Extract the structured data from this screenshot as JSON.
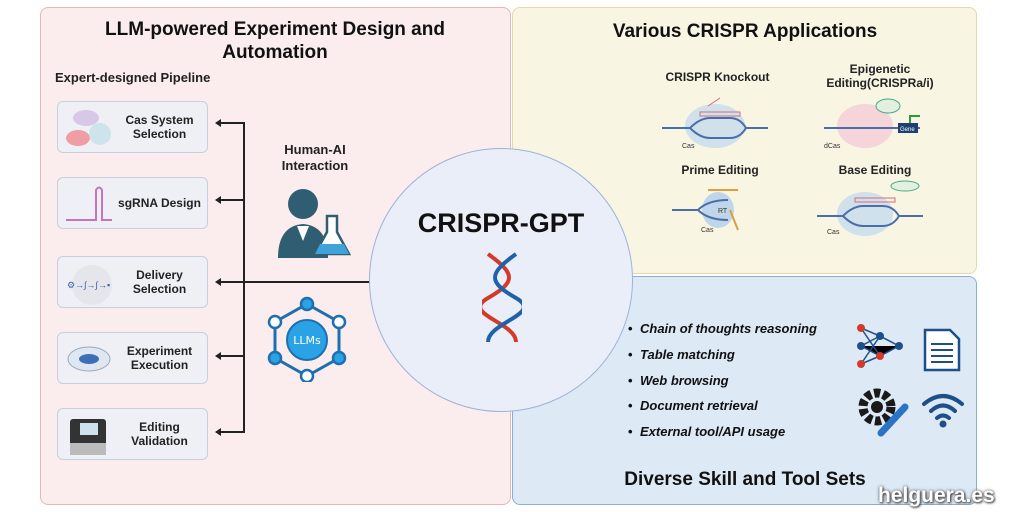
{
  "left_panel": {
    "title": "LLM-powered Experiment Design and Automation",
    "subtitle": "Expert-designed Pipeline",
    "steps": [
      {
        "label": "Cas System Selection"
      },
      {
        "label": "sgRNA Design"
      },
      {
        "label": "Delivery Selection"
      },
      {
        "label": "Experiment Execution"
      },
      {
        "label": "Editing Validation"
      }
    ],
    "human_ai": "Human-AI Interaction",
    "llm_label": "LLMs"
  },
  "center": {
    "title": "CRISPR-GPT"
  },
  "applications": {
    "title": "Various CRISPR Applications",
    "items": [
      {
        "label": "CRISPR Knockout",
        "protein": "Cas"
      },
      {
        "label": "Epigenetic Editing(CRISPRa/i)",
        "protein": "dCas",
        "gene": "Gene"
      },
      {
        "label": "Prime Editing",
        "protein": "Cas",
        "enzyme": "RT"
      },
      {
        "label": "Base Editing",
        "protein": "Cas"
      }
    ]
  },
  "skills": {
    "title": "Diverse Skill and Tool Sets",
    "items": [
      "Chain of thoughts reasoning",
      "Table matching",
      "Web browsing",
      "Document retrieval",
      "External tool/API usage"
    ]
  },
  "watermark": "helguera.es"
}
